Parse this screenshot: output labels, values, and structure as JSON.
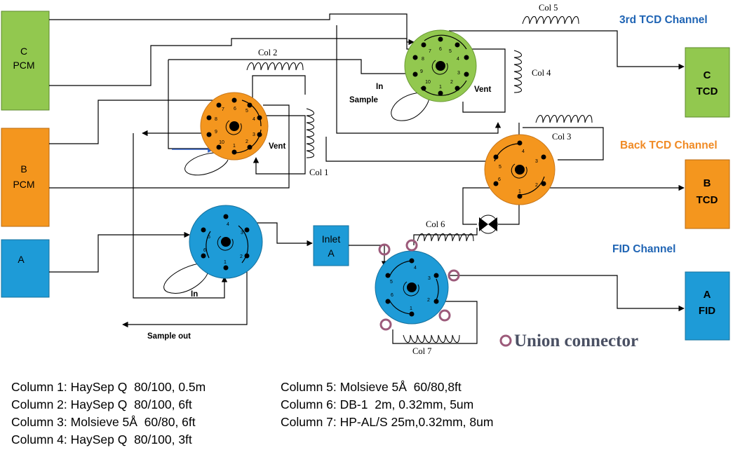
{
  "boxes": {
    "c_pcm": {
      "lines": [
        "C",
        "PCM"
      ],
      "color": "#92c84f"
    },
    "b_pcm": {
      "lines": [
        "B",
        "PCM"
      ],
      "color": "#f4961e"
    },
    "a_box": {
      "lines": [
        "A"
      ],
      "color": "#1e9bd7"
    },
    "c_tcd": {
      "lines": [
        "C",
        "TCD"
      ],
      "color": "#92c84f"
    },
    "b_tcd": {
      "lines": [
        "B",
        "TCD"
      ],
      "color": "#f4961e"
    },
    "a_fid": {
      "lines": [
        "A",
        "FID"
      ],
      "color": "#1e9bd7"
    },
    "inlet_a": {
      "lines": [
        "Inlet",
        "A"
      ],
      "color": "#1e9bd7"
    }
  },
  "channels": {
    "third_tcd": {
      "text": "3rd TCD Channel",
      "color": "#1f64b4"
    },
    "back_tcd": {
      "text": "Back TCD Channel",
      "color": "#f08a24"
    },
    "fid": {
      "text": "FID Channel",
      "color": "#1f64b4"
    }
  },
  "columns_on_diagram": {
    "col1": "Col 1",
    "col2": "Col  2",
    "col3": "Col  3",
    "col4": "Col 4",
    "col5": "Col 5",
    "col6": "Col 6",
    "col7": "Col 7"
  },
  "valves": {
    "green": {
      "color": "#92c84f",
      "ports": [
        "1",
        "2",
        "3",
        "4",
        "5",
        "6",
        "7",
        "8",
        "9",
        "10"
      ]
    },
    "orange_top": {
      "color": "#f4961e",
      "ports": [
        "1",
        "2",
        "3",
        "4",
        "5",
        "6",
        "7",
        "8",
        "9",
        "10"
      ]
    },
    "orange_right": {
      "color": "#f4961e",
      "ports": [
        "1",
        "2",
        "3",
        "4",
        "5",
        "6"
      ]
    },
    "blue_left": {
      "color": "#1e9bd7",
      "ports": [
        "1",
        "2",
        "3",
        "4",
        "5",
        "6"
      ]
    },
    "blue_right": {
      "color": "#1e9bd7",
      "ports": [
        "1",
        "2",
        "3",
        "4",
        "5",
        "6"
      ]
    }
  },
  "labels": {
    "vent_top": "Vent",
    "vent_green": "Vent",
    "in_green": "In",
    "sample_green": "Sample",
    "in_blue": "In",
    "sample_out": "Sample out"
  },
  "union": {
    "text": "Union connector",
    "ring_color": "#9c5a7a"
  },
  "legend": {
    "left": [
      "Column 1: HaySep Q  80/100, 0.5m",
      "Column 2: HaySep Q  80/100, 6ft",
      "Column 3: Molsieve 5Å  60/80, 6ft",
      "Column 4: HaySep Q  80/100, 3ft"
    ],
    "right": [
      "Column 5: Molsieve 5Å  60/80,8ft",
      "Column 6: DB-1  2m, 0.32mm, 5um",
      "Column 7: HP-AL/S 25m,0.32mm, 8um"
    ]
  }
}
